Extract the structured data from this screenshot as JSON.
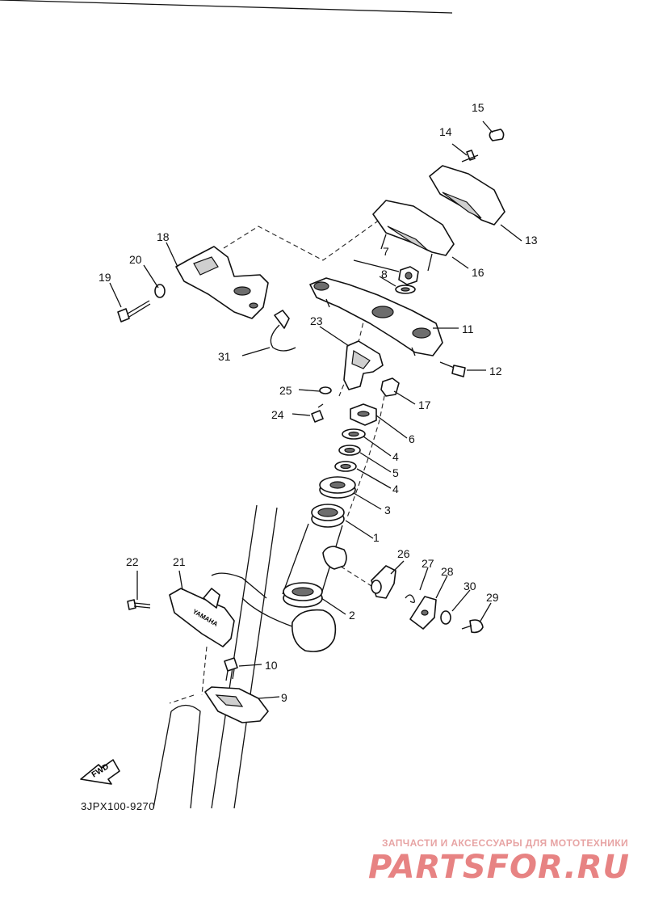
{
  "diagram": {
    "code": "3JPX100-9270",
    "fwd_label": "FWD",
    "brand_label": "YAMAHA",
    "callouts": [
      {
        "id": "c1",
        "label": "1"
      },
      {
        "id": "c2",
        "label": "2"
      },
      {
        "id": "c3",
        "label": "3"
      },
      {
        "id": "c4a",
        "label": "4"
      },
      {
        "id": "c4b",
        "label": "4"
      },
      {
        "id": "c5",
        "label": "5"
      },
      {
        "id": "c6",
        "label": "6"
      },
      {
        "id": "c7",
        "label": "7"
      },
      {
        "id": "c8",
        "label": "8"
      },
      {
        "id": "c9",
        "label": "9"
      },
      {
        "id": "c10",
        "label": "10"
      },
      {
        "id": "c11",
        "label": "11"
      },
      {
        "id": "c12",
        "label": "12"
      },
      {
        "id": "c13",
        "label": "13"
      },
      {
        "id": "c14",
        "label": "14"
      },
      {
        "id": "c15",
        "label": "15"
      },
      {
        "id": "c16",
        "label": "16"
      },
      {
        "id": "c17",
        "label": "17"
      },
      {
        "id": "c18",
        "label": "18"
      },
      {
        "id": "c19",
        "label": "19"
      },
      {
        "id": "c20",
        "label": "20"
      },
      {
        "id": "c21",
        "label": "21"
      },
      {
        "id": "c22",
        "label": "22"
      },
      {
        "id": "c23",
        "label": "23"
      },
      {
        "id": "c24",
        "label": "24"
      },
      {
        "id": "c25",
        "label": "25"
      },
      {
        "id": "c26",
        "label": "26"
      },
      {
        "id": "c27",
        "label": "27"
      },
      {
        "id": "c28",
        "label": "28"
      },
      {
        "id": "c29",
        "label": "29"
      },
      {
        "id": "c30",
        "label": "30"
      },
      {
        "id": "c31",
        "label": "31"
      }
    ]
  },
  "watermark": {
    "subtitle": "ЗАПЧАСТИ И АКСЕССУАРЫ ДЛЯ МОТОТЕХНИКИ",
    "logo": "PARTSFOR.RU"
  },
  "colors": {
    "ink": "#111111",
    "watermark": "#e05a5a"
  }
}
